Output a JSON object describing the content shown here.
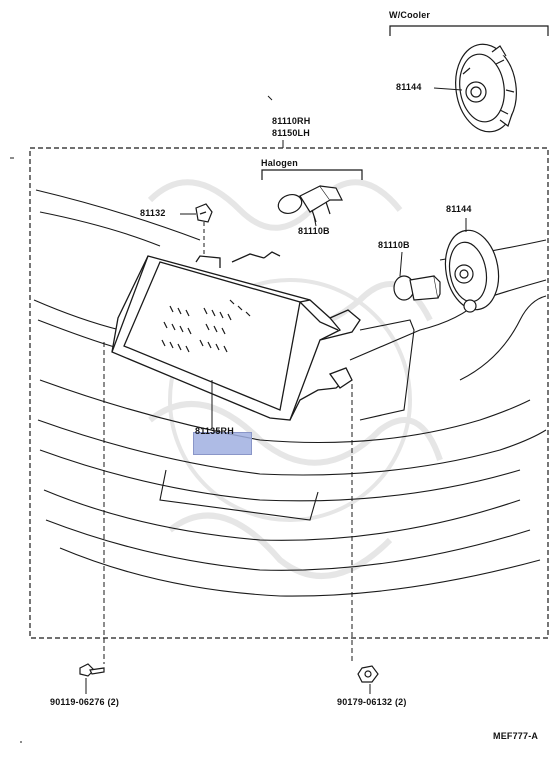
{
  "labels": {
    "w_cooler": "W/Cooler",
    "p81144_top": "81144",
    "p81110": "81110",
    "p81110_suffix": "RH",
    "p81150": "81150",
    "p81150_suffix": "LH",
    "halogen": "Halogen",
    "p81132": "81132",
    "p81110b_left": "81110B",
    "p81144_right": "81144",
    "p81110b_right": "81110B",
    "p81135": "81135",
    "p81135_suffix": "RH",
    "bolt_left": "90119-06276 (2)",
    "bolt_right": "90179-06132 (2)",
    "diagram_code": "MEF777-A"
  },
  "colors": {
    "line": "#1a1a1a",
    "highlight": "#a0afe1",
    "watermark": "#e4e4e4"
  }
}
